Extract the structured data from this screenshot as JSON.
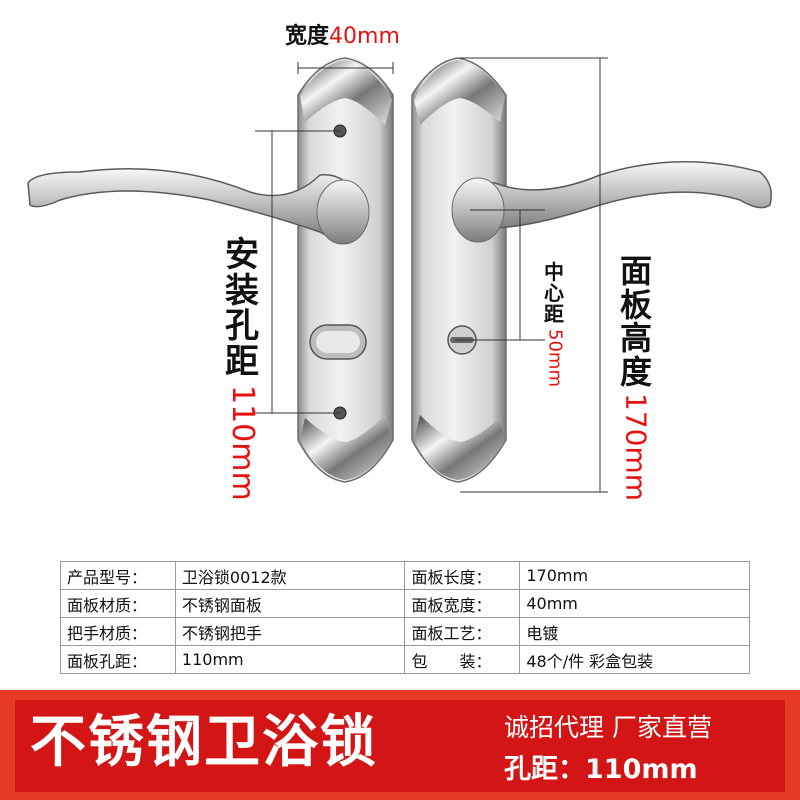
{
  "dimensions": {
    "width_label": "宽度",
    "width_value": "40mm",
    "mount_label": [
      "安",
      "装",
      "孔",
      "距"
    ],
    "mount_value": "110mm",
    "center_label": [
      "中",
      "心",
      "距"
    ],
    "center_value": "50mm",
    "height_label": [
      "面",
      "板",
      "高",
      "度"
    ],
    "height_value": "170mm"
  },
  "specs": [
    {
      "left_key": "产品型号：",
      "left_value": "卫浴锁0012款",
      "right_key": "面板长度：",
      "right_value": "170mm"
    },
    {
      "left_key": "面板材质：",
      "left_value": "不锈钢面板",
      "right_key": "面板宽度：",
      "right_value": "40mm"
    },
    {
      "left_key": "把手材质：",
      "left_value": "不锈钢把手",
      "right_key": "面板工艺：",
      "right_value": "电镀"
    },
    {
      "left_key": "面板孔距：",
      "left_value": "110mm",
      "right_key": "包　　装：",
      "right_value": "48个/件 彩盒包装"
    }
  ],
  "banner": {
    "title": "不锈钢卫浴锁",
    "subtitle": "诚招代理 厂家直营",
    "hole_spacing": "孔距：110mm"
  },
  "colors": {
    "accent": "#e8110f",
    "banner_outer": "#e53a24",
    "banner_inner": "#d31515",
    "steel_light": "#e9e9e9",
    "steel_dark": "#6a6a6a"
  }
}
